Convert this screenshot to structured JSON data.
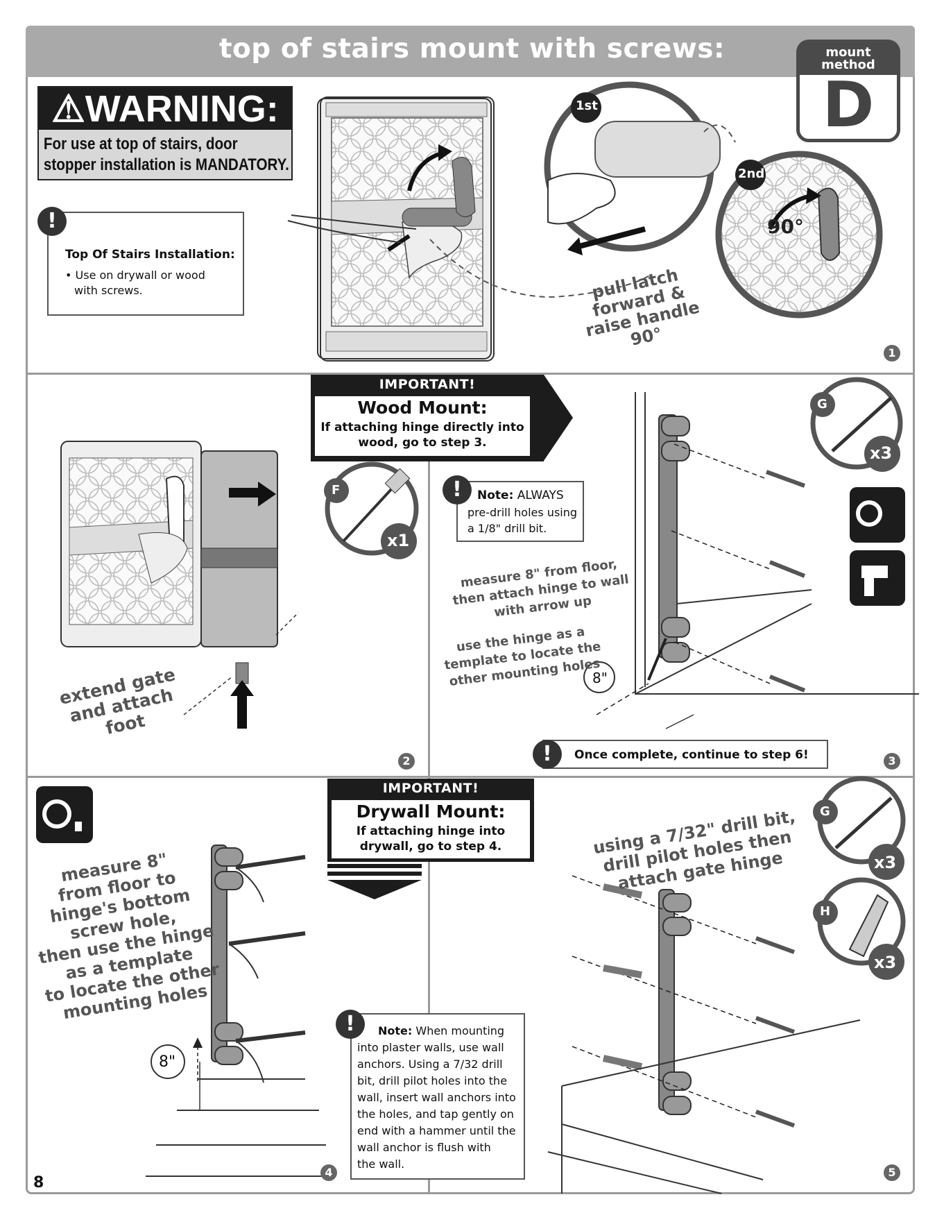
{
  "header": {
    "title": "top of stairs mount with screws:"
  },
  "badge": {
    "label": "mount method",
    "letter": "D"
  },
  "warning": {
    "heading": "⚠WARNING:",
    "line1": "For use at top of stairs, door",
    "line2": "stopper installation is MANDATORY."
  },
  "step1": {
    "note_title": "Top Of Stairs Installation:",
    "note_line1": "• Use on drywall or wood",
    "note_line2": "with screws.",
    "first_label": "1st",
    "second_label": "2nd",
    "angle_label": "90°",
    "callout_lines": [
      "pull latch",
      "forward &",
      "raise handle",
      "90°"
    ],
    "number": "1"
  },
  "step2": {
    "important_head": "IMPORTANT!",
    "important_title": "Wood Mount:",
    "important_line1": "If attaching hinge directly into",
    "important_line2": "wood, go to step 3.",
    "part_letter": "F",
    "part_qty": "x1",
    "callout_lines": [
      "extend gate",
      "and attach",
      "foot"
    ],
    "number": "2"
  },
  "step3": {
    "note_bold": "Note:",
    "note_line1": " ALWAYS",
    "note_line2": "pre-drill holes using",
    "note_line3": "a 1/8\" drill bit.",
    "callout1_lines": [
      "measure 8\" from floor,",
      "then attach hinge to wall",
      "with arrow up"
    ],
    "callout2_lines": [
      "use the hinge as a",
      "template to locate the",
      "other mounting holes"
    ],
    "measure_label": "8\"",
    "part_letter": "G",
    "part_qty": "x3",
    "continue_text": "Once complete, continue to step 6!",
    "number": "3"
  },
  "step4": {
    "important_head": "IMPORTANT!",
    "important_title": "Drywall Mount:",
    "important_line1": "If attaching hinge into",
    "important_line2": "drywall, go to step 4.",
    "callout_lines": [
      "measure 8\"",
      "from floor to",
      "hinge's bottom",
      "screw hole,",
      "then use the hinge",
      "as a template",
      "to locate the other",
      "mounting holes"
    ],
    "measure_label": "8\"",
    "note_bold": "Note:",
    "note_lines": [
      " When mounting",
      "into plaster walls, use wall",
      "anchors. Using a 7/32 drill",
      "bit, drill pilot holes into the",
      "wall, insert wall anchors into",
      "the holes, and tap gently on",
      "end with a hammer until the",
      "wall anchor is flush with",
      "the wall."
    ],
    "number": "4"
  },
  "step5": {
    "callout_lines": [
      "using a 7/32\" drill bit,",
      "drill pilot holes then",
      "attach gate hinge"
    ],
    "part1_letter": "G",
    "part1_qty": "x3",
    "part2_letter": "H",
    "part2_qty": "x3",
    "number": "5"
  },
  "page": {
    "number": "8"
  }
}
